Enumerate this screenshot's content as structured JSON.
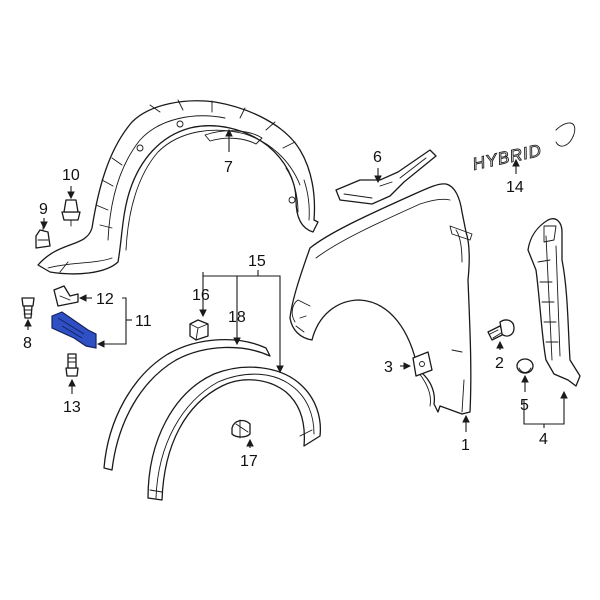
{
  "emblem_text": "HYBRID",
  "highlight_color": "#2f4fc4",
  "callouts": {
    "c1": "1",
    "c2": "2",
    "c3": "3",
    "c4": "4",
    "c5": "5",
    "c6": "6",
    "c7": "7",
    "c8": "8",
    "c9": "9",
    "c10": "10",
    "c11": "11",
    "c12": "12",
    "c13": "13",
    "c14": "14",
    "c15": "15",
    "c16": "16",
    "c17": "17",
    "c18": "18"
  }
}
